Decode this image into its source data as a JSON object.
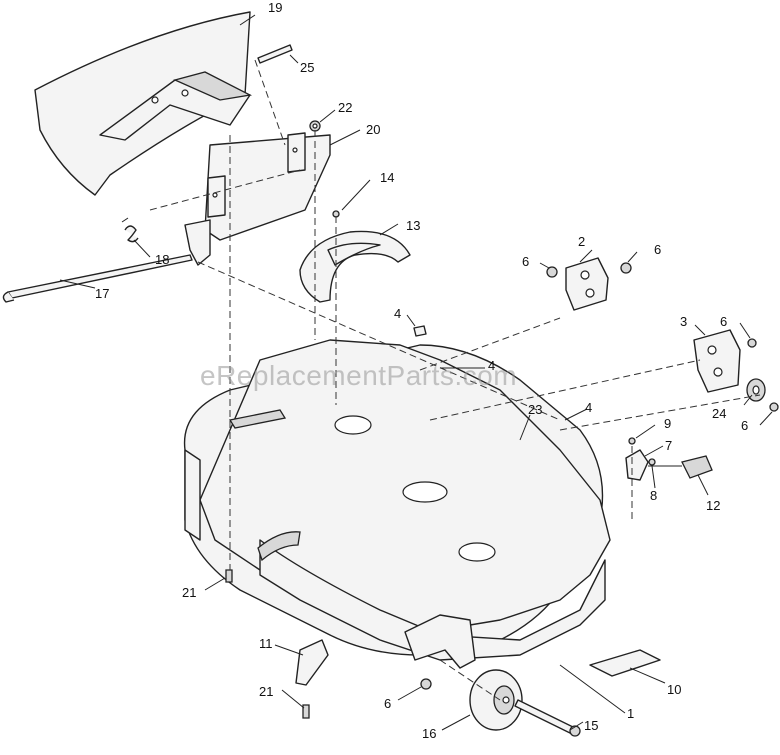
{
  "watermark": "eReplacementParts.com",
  "callouts": {
    "c19": "19",
    "c25": "25",
    "c22": "22",
    "c20": "20",
    "c14": "14",
    "c13": "13",
    "c18": "18",
    "c17": "17",
    "c2": "2",
    "c6a": "6",
    "c6b": "6",
    "c3": "3",
    "c6c": "6",
    "c4a": "4",
    "c4b": "4",
    "c4c": "4",
    "c23": "23",
    "c24": "24",
    "c6d": "6",
    "c9": "9",
    "c7": "7",
    "c8": "8",
    "c12": "12",
    "c21a": "21",
    "c11": "11",
    "c21b": "21",
    "c6e": "6",
    "c16": "16",
    "c15": "15",
    "c1": "1",
    "c10": "10"
  }
}
